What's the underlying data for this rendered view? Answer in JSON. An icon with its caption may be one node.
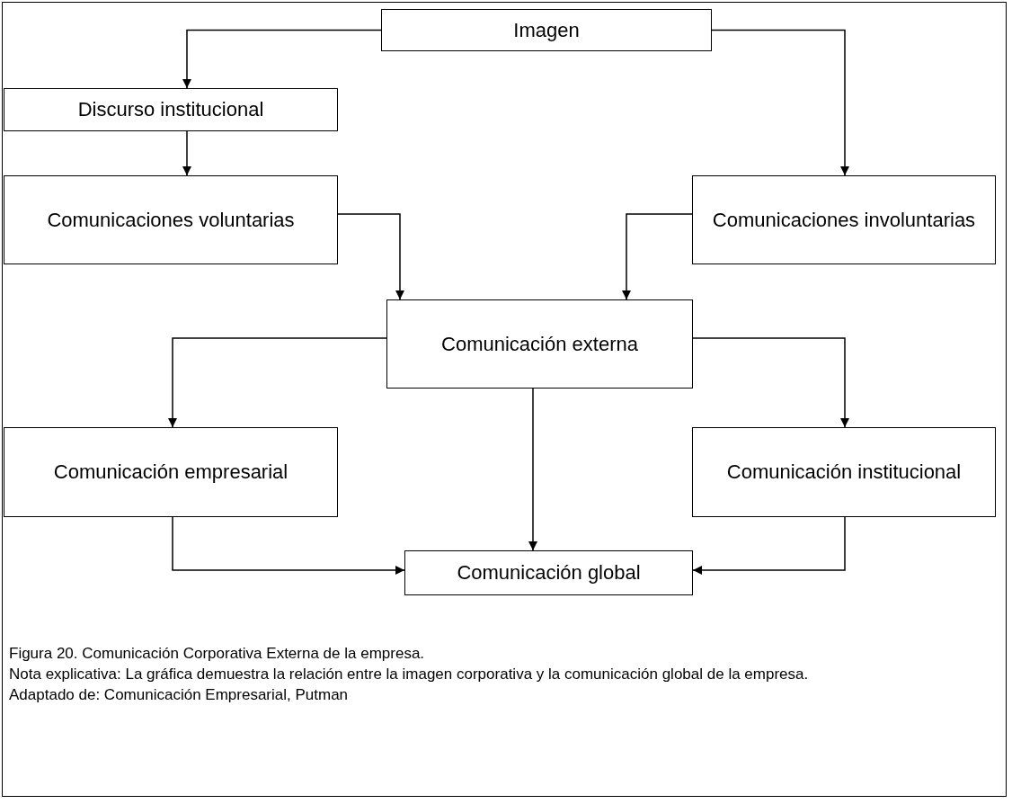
{
  "diagram": {
    "caption": "Figura 20. Comunicación Corporativa Externa de la empresa.",
    "nodes": [
      {
        "text": [
          "Imagen"
        ]
      },
      {
        "text": [
          "Discurso institucional"
        ]
      },
      {
        "text": [
          "Comunicaciones voluntarias"
        ]
      },
      {
        "text": [
          "Comunicaciones involuntarias"
        ]
      },
      {
        "text": [
          "Comunicación externa"
        ]
      },
      {
        "text": [
          "Comunicación empresarial"
        ]
      },
      {
        "text": [
          "Comunicación institucional"
        ]
      },
      {
        "text": [
          "Comunicación global"
        ]
      }
    ],
    "edges": [
      {
        "from": 0,
        "to": 1,
        "arrow": "to"
      },
      {
        "from": 0,
        "to": 3,
        "arrow": "to"
      },
      {
        "from": 1,
        "to": 2,
        "arrow": "to"
      },
      {
        "from": 2,
        "to": 4,
        "arrow": "to"
      },
      {
        "from": 3,
        "to": 4,
        "arrow": "to"
      },
      {
        "from": 4,
        "to": 5,
        "arrow": "to"
      },
      {
        "from": 4,
        "to": 6,
        "arrow": "to"
      },
      {
        "from": 4,
        "to": 7,
        "arrow": "to"
      },
      {
        "from": 5,
        "to": 7,
        "arrow": "to"
      },
      {
        "from": 6,
        "to": 7,
        "arrow": "to"
      }
    ],
    "labels": [
      "Nota explicativa: La gráfica demuestra la relación entre la imagen corporativa y la comunicación global de la empresa.",
      "Adaptado de: Comunicación Empresarial, Putman"
    ]
  }
}
